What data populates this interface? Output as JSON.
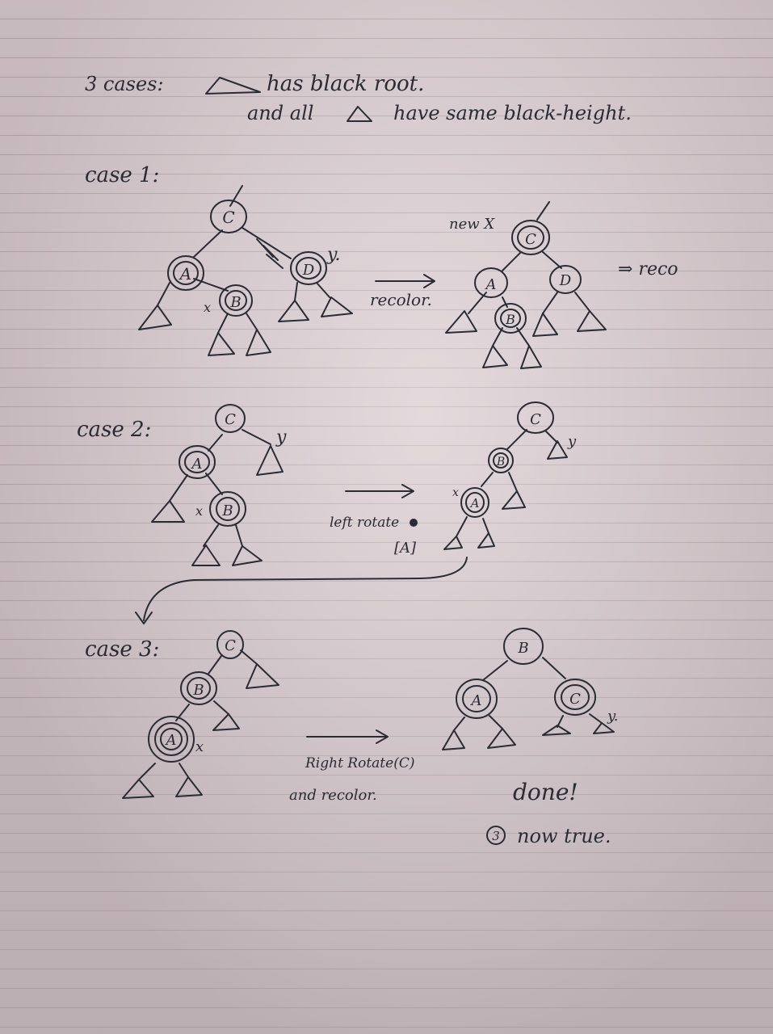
{
  "header": {
    "line1_prefix": "3 cases:",
    "line1_rest": "has black root.",
    "line2_prefix": "and all",
    "line2_rest": "have same black-height."
  },
  "case1": {
    "label": "case 1:",
    "nodes": {
      "c": "C",
      "a": "A",
      "b": "B",
      "d": "D"
    },
    "x_mark": "x",
    "y_mark": "y.",
    "action": "recolor.",
    "new_x": "new X",
    "next": "⇒ reco",
    "after_nodes": {
      "c": "C",
      "a": "A",
      "b": "B",
      "d": "D"
    }
  },
  "case2": {
    "label": "case 2:",
    "nodes": {
      "c": "C",
      "a": "A",
      "b": "B"
    },
    "y_mark": "y",
    "x_mark": "x",
    "action_line1": "left rotate",
    "action_line2": "[A]",
    "after_nodes": {
      "c": "C",
      "b": "B",
      "a": "A"
    },
    "after_y": "y",
    "after_x": "x"
  },
  "case3": {
    "label": "case 3:",
    "nodes": {
      "c": "C",
      "b": "B",
      "a": "A"
    },
    "x_mark": "x",
    "action_line1": "Right Rotate(C)",
    "action_line2": "and recolor.",
    "after_nodes": {
      "b": "B",
      "a": "A",
      "c": "C"
    },
    "after_y": "y.",
    "done": "done!",
    "note_num": "3",
    "note": "now true."
  }
}
